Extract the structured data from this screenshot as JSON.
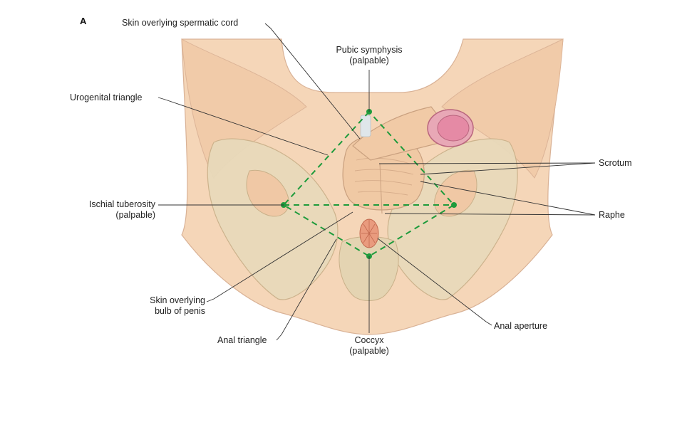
{
  "panel_letter": "A",
  "labels": {
    "skin_spermatic_cord": "Skin overlying spermatic cord",
    "pubic_symphysis_1": "Pubic symphysis",
    "pubic_symphysis_2": "(palpable)",
    "urogenital_triangle": "Urogenital triangle",
    "scrotum": "Scrotum",
    "ischial_tuberosity_1": "Ischial tuberosity",
    "ischial_tuberosity_2": "(palpable)",
    "raphe": "Raphe",
    "skin_bulb_1": "Skin overlying",
    "skin_bulb_2": "bulb of penis",
    "anal_triangle": "Anal triangle",
    "coccyx_1": "Coccyx",
    "coccyx_2": "(palpable)",
    "anal_aperture": "Anal aperture"
  },
  "colors": {
    "skin": "#f5d6b8",
    "bone": "#e6d7b8",
    "outline": "#c9a58c",
    "landmark": "#1e9b3c",
    "leader": "#333333"
  }
}
